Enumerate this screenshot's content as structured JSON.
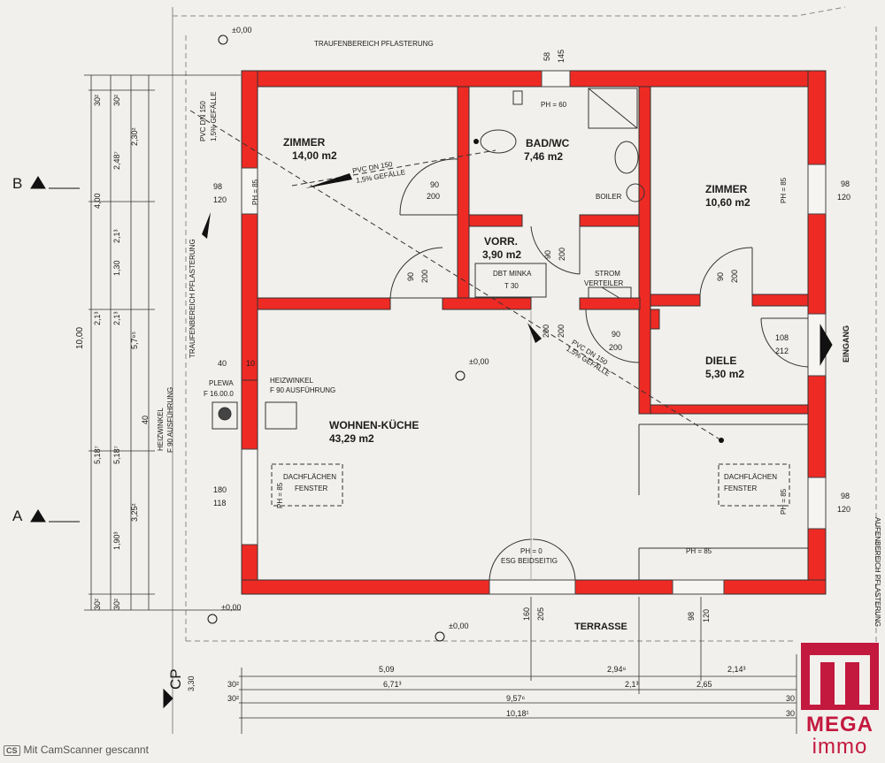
{
  "rooms": {
    "zimmer_left": {
      "name": "ZIMMER",
      "area": "14,00 m2"
    },
    "bad_wc": {
      "name": "BAD/WC",
      "area": "7,46 m2"
    },
    "zimmer_right": {
      "name": "ZIMMER",
      "area": "10,60 m2"
    },
    "vorr": {
      "name": "VORR.",
      "area": "3,90 m2"
    },
    "diele": {
      "name": "DIELE",
      "area": "5,30 m2"
    },
    "wohnen": {
      "name": "WOHNEN-KÜCHE",
      "area": "43,29 m2"
    }
  },
  "labels": {
    "traufe_top": "TRAUFENBEREICH PFLASTERUNG",
    "traufe_left": "TRAUFENBEREICH PFLASTERUNG",
    "traufe_right": "AUFENBEREICH PFLASTERUNG",
    "pvc1": "PVC DN 150",
    "pvc1b": "1,5% GEFÄLLE",
    "pvc2": "PVC DN 150",
    "pvc2b": "1,5% GEFÄLLE",
    "pvc3": "PVC DN 150",
    "pvc3b": "1,5% GEFÄLLE",
    "ph60": "PH = 60",
    "ph85_a": "PH = 85",
    "ph85_b": "PH = 85",
    "ph85_c": "PH = 85",
    "ph85_d": "PH = 85",
    "ph85_e": "PH = 85",
    "ph0": "PH = 0",
    "esg": "ESG BEIDSEITIG",
    "boiler": "BOILER",
    "dbt": "DBT MINKA",
    "t30": "T 30",
    "strom1": "STROM",
    "strom2": "VERTEILER",
    "heiz1": "HEIZWINKEL",
    "heiz2": "F 90 AUSFÜHRUNG",
    "heiz_left1": "HEIZWINKEL",
    "heiz_left2": "F 90 AUSFÜHRUNG",
    "plewa": "PLEWA",
    "f16": "F 16.00.0",
    "dach1a": "DACHFLÄCHEN",
    "dach1b": "FENSTER",
    "dach2a": "DACHFLÄCHEN",
    "dach2b": "FENSTER",
    "terrasse": "TERRASSE",
    "eingang": "EINGANG",
    "level_top": "±0,00",
    "level_mid": "±0,00",
    "level_bl": "±0,00",
    "level_bot": "±0,00",
    "section_b": "B",
    "section_a": "A",
    "section_c": "CP",
    "c_dim": "3,30"
  },
  "doors": {
    "bad_a": "90",
    "bad_b": "200",
    "vorr_a": "90",
    "vorr_b": "200",
    "zl_a": "90",
    "zl_b": "200",
    "zr_a": "90",
    "zr_b": "200",
    "wk_a": "200",
    "wk_b": "200",
    "diele_a": "90",
    "diele_b": "200",
    "eingang_a": "108",
    "eingang_b": "212"
  },
  "windows": {
    "top_a": "58",
    "top_b": "145",
    "left_a": "98",
    "left_b": "120",
    "right_a": "98",
    "right_b": "120",
    "wk_left_a": "180",
    "wk_left_b": "118",
    "wk_right_a": "98",
    "wk_right_b": "120",
    "bottom_a": "160",
    "bottom_b": "205",
    "bottom2_a": "98",
    "bottom2_b": "120",
    "kamin_a": "40",
    "kamin_b": "10",
    "kamin_c": "40"
  },
  "dims_left": [
    "30²",
    "30²",
    "2,30²",
    "2,48⁷",
    "4,00",
    "2,1³",
    "1,30",
    "2,1³",
    "10,00",
    "2,1³",
    "5,7⁹⁵",
    "5,18⁷",
    "5,18⁷",
    "3,25²",
    "1,90³",
    "30²",
    "30²"
  ],
  "dims_bottom": [
    "5,09",
    "2,94⁸",
    "2,14³",
    "30²",
    "6,71³",
    "2,1³",
    "2,65",
    "30²",
    "9,57⁶",
    "30",
    "10,18¹",
    "30"
  ],
  "logo": {
    "word1": "MEGA",
    "word2": "immo",
    "color": "#c3193f"
  },
  "footer": {
    "badge": "CS",
    "text": "Mit CamScanner gescannt"
  },
  "colors": {
    "wall": "#ee2a24",
    "line": "#222222"
  }
}
